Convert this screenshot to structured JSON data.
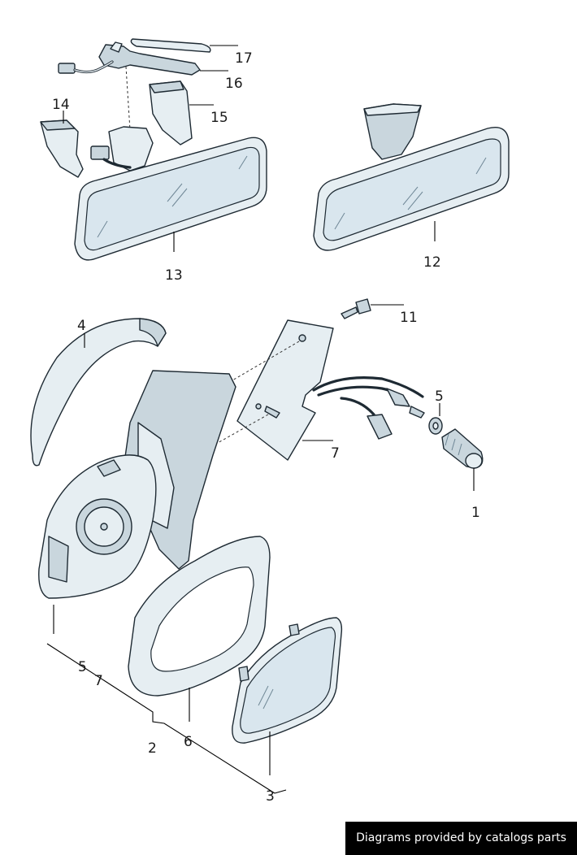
{
  "callouts": {
    "c1": "1",
    "c2": "2",
    "c3": "3",
    "c4": "4",
    "c5a": "5",
    "c5b": "5",
    "c6": "6",
    "c7a": "7",
    "c7b": "7",
    "c11": "11",
    "c12": "12",
    "c13": "13",
    "c14": "14",
    "c15": "15",
    "c16": "16",
    "c17": "17"
  },
  "footer": {
    "credit": "Diagrams provided by catalogs parts"
  }
}
